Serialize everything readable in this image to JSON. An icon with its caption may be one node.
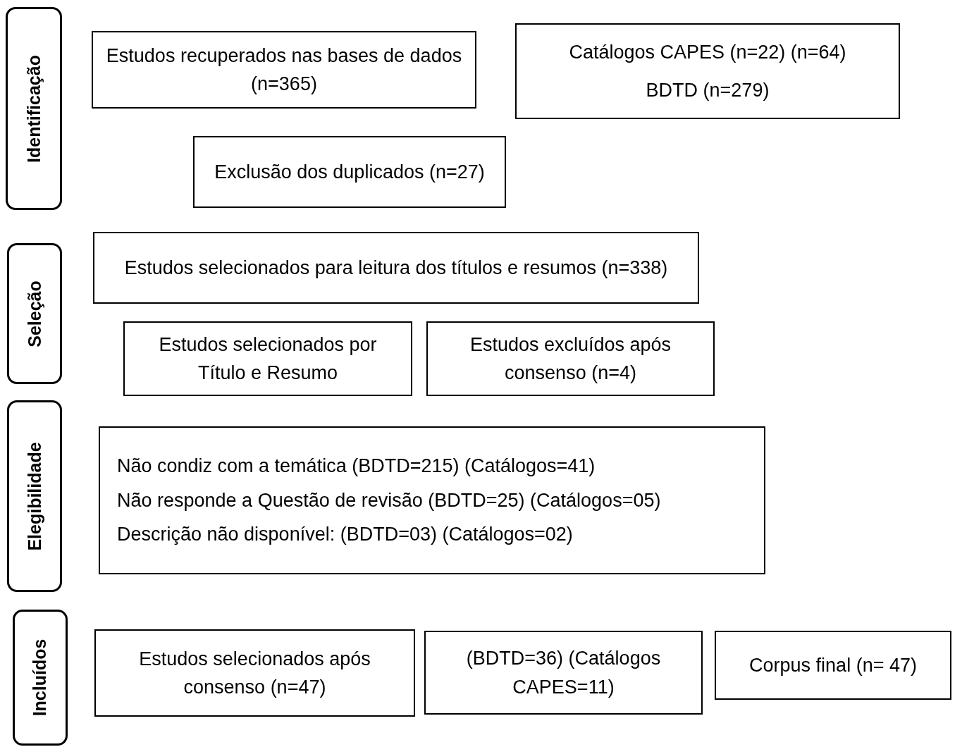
{
  "diagram": {
    "nodes": [
      {
        "text": [
          "Identificação"
        ]
      },
      {
        "text": [
          "Estudos recuperados nas bases de dados (n=365)"
        ]
      },
      {
        "text": [
          "Catálogos CAPES (n=22) (n=64)",
          "BDTD (n=279)"
        ]
      },
      {
        "text": [
          "Exclusão dos duplicados (n=27)"
        ]
      },
      {
        "text": [
          "Seleção"
        ]
      },
      {
        "text": [
          "Estudos selecionados para leitura dos títulos e resumos (n=338)"
        ]
      },
      {
        "text": [
          "Estudos selecionados por Título e Resumo"
        ]
      },
      {
        "text": [
          "Estudos excluídos após consenso (n=4)"
        ]
      },
      {
        "text": [
          "Elegibilidade"
        ]
      },
      {
        "text": [
          "Não condiz com a temática (BDTD=215) (Catálogos=41)",
          "Não responde a Questão de revisão (BDTD=25) (Catálogos=05)",
          "Descrição não disponível: (BDTD=03) (Catálogos=02)"
        ]
      },
      {
        "text": [
          "Incluídos"
        ]
      },
      {
        "text": [
          "Estudos selecionados após consenso (n=47)"
        ]
      },
      {
        "text": [
          "(BDTD=36) (Catálogos CAPES=11)"
        ]
      },
      {
        "text": [
          "Corpus final (n= 47)"
        ]
      }
    ]
  }
}
